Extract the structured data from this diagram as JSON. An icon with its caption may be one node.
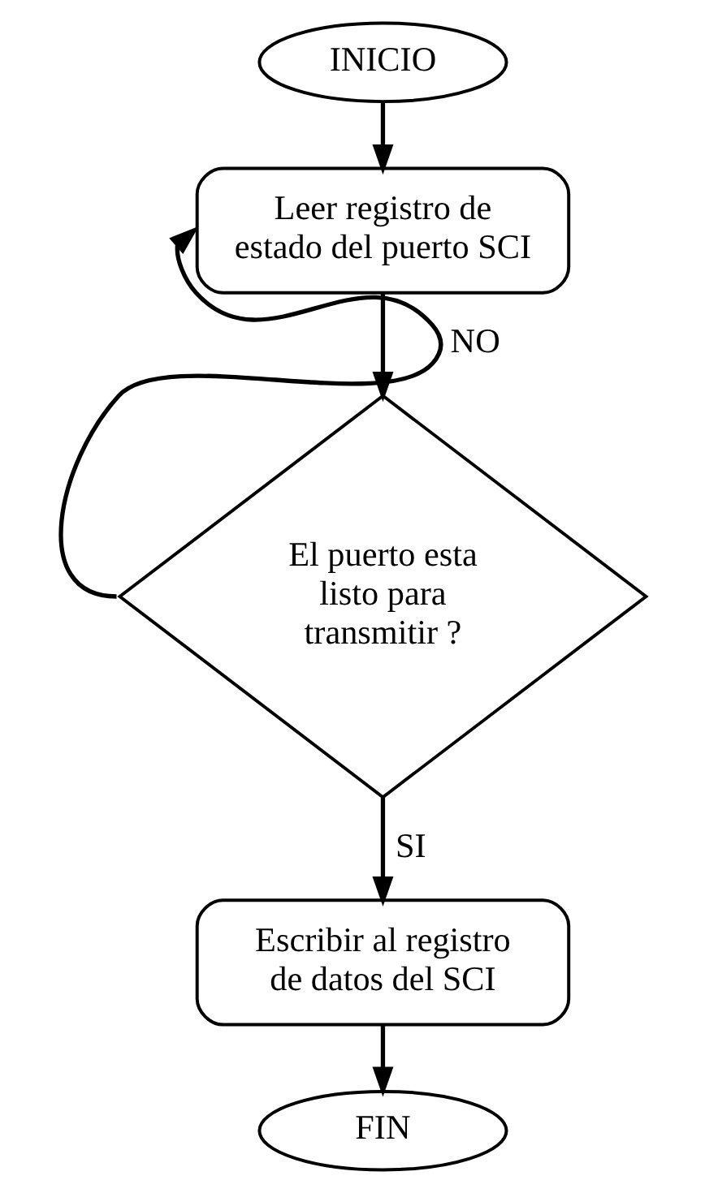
{
  "diagram": {
    "nodes": [
      {
        "text": [
          "INICIO"
        ]
      },
      {
        "text": [
          "Leer registro de estado del puerto SCI"
        ]
      },
      {
        "text": [
          "El puerto esta listo para transmitir ?"
        ]
      },
      {
        "text": [
          "Escribir al registro de datos del SCI"
        ]
      },
      {
        "text": [
          "FIN"
        ]
      }
    ],
    "edges": [
      {
        "from": 0,
        "to": 1,
        "arrow": "to"
      },
      {
        "from": 1,
        "to": 2,
        "arrow": "to"
      },
      {
        "from": 2,
        "to": 1,
        "arrow": "to",
        "label": "NO"
      },
      {
        "from": 2,
        "to": 3,
        "arrow": "to",
        "label": "SI"
      },
      {
        "from": 3,
        "to": 4,
        "arrow": "to"
      }
    ]
  }
}
